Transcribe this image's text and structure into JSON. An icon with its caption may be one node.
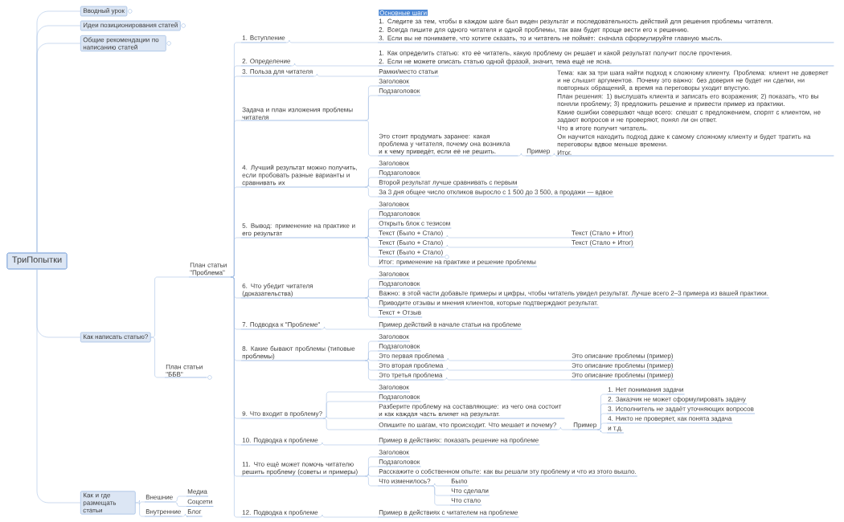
{
  "diagram": {
    "nodes": [
      {
        "text": [
          "ТриПопытки"
        ]
      },
      {
        "text": [
          "Вводный урок"
        ]
      },
      {
        "text": [
          "Идеи позиционирования статей"
        ]
      },
      {
        "text": [
          "Общие рекомендации по написанию статей"
        ]
      },
      {
        "text": [
          "Как написать статью?"
        ]
      },
      {
        "text": [
          "План статьи \"Проблема\""
        ]
      },
      {
        "text": [
          "1. Вступление"
        ]
      },
      {
        "text": [
          "Основные шаги",
          "1. Следите за тем, чтобы в каждом шаге был виден результат и последовательность действий для решения проблемы читателя.",
          "2. Всегда пишите для одного читателя и одной проблемы, так вам будет проще вести его к решению.",
          "3. Если вы не понимаете, что хотите сказать, то и читатель не поймёт: сначала сформулируйте главную мысль."
        ]
      },
      {
        "text": [
          "2. Определение"
        ]
      },
      {
        "text": [
          "1. Как определить статью: кто её читатель, какую проблему он решает и какой результат получит после прочтения.",
          "2. Если не можете описать статью одной фразой, значит, тема ещё не ясна."
        ]
      },
      {
        "text": [
          "3. Польза для читателя"
        ]
      },
      {
        "text": [
          "Рамки/место статьи"
        ]
      },
      {
        "text": [
          "Задача и план изложения проблемы читателя"
        ]
      },
      {
        "text": [
          "Заголовок"
        ]
      },
      {
        "text": [
          "Подзаголовок"
        ]
      },
      {
        "text": [
          "Это стоит продумать заранее: какая проблема у читателя, почему она возникла и к чему приведёт, если её не решить."
        ]
      },
      {
        "text": [
          "Пример"
        ]
      },
      {
        "text": [
          "Тема: как за три шага найти подход к сложному клиенту. Проблема: клиент не доверяет и не слышит аргументов. Почему это важно: без доверия не будет ни сделки, ни повторных обращений, а время на переговоры уходит впустую.",
          "План решения: 1) выслушать клиента и записать его возражения; 2) показать, что вы поняли проблему; 3) предложить решение и привести пример из практики.",
          "Какие ошибки совершают чаще всего: спешат с предложением, спорят с клиентом, не задают вопросов и не проверяют, понял ли он ответ.",
          "Что в итоге получит читатель.",
          "Он научится находить подход даже к самому сложному клиенту и будет тратить на переговоры вдвое меньше времени.",
          "Итог."
        ]
      },
      {
        "text": [
          "4. Лучший результат можно получить, если пробовать разные варианты и сравнивать их"
        ]
      },
      {
        "text": [
          "Заголовок"
        ]
      },
      {
        "text": [
          "Подзаголовок"
        ]
      },
      {
        "text": [
          "Второй результат лучше сравнивать с первым"
        ]
      },
      {
        "text": [
          "За 3 дня общее число откликов выросло с 1 500 до 3 500, а продажи — вдвое"
        ]
      },
      {
        "text": [
          "5. Вывод: применение на практике и его результат"
        ]
      },
      {
        "text": [
          "Заголовок"
        ]
      },
      {
        "text": [
          "Подзаголовок"
        ]
      },
      {
        "text": [
          "Открыть блок с тезисом"
        ]
      },
      {
        "text": [
          "Текст (Было + Стало)"
        ]
      },
      {
        "text": [
          "Текст (Стало + Итог)"
        ]
      },
      {
        "text": [
          "Текст (Было + Стало)"
        ]
      },
      {
        "text": [
          "Текст (Стало + Итог)"
        ]
      },
      {
        "text": [
          "Текст (Было + Стало)"
        ]
      },
      {
        "text": [
          "Итог: применение на практике и решение проблемы"
        ]
      },
      {
        "text": [
          "6. Что убедит читателя (доказательства)"
        ]
      },
      {
        "text": [
          "Заголовок"
        ]
      },
      {
        "text": [
          "Подзаголовок"
        ]
      },
      {
        "text": [
          "Важно: в этой части добавьте примеры и цифры, чтобы читатель увидел результат. Лучше всего 2–3 примера из вашей практики."
        ]
      },
      {
        "text": [
          "Приводите отзывы и мнения клиентов, которые подтверждают результат."
        ]
      },
      {
        "text": [
          "Текст + Отзыв"
        ]
      },
      {
        "text": [
          "7. Подводка к \"Проблеме\""
        ]
      },
      {
        "text": [
          "Пример действий в начале статьи на проблеме"
        ]
      },
      {
        "text": [
          "8. Какие бывают проблемы (типовые проблемы)"
        ]
      },
      {
        "text": [
          "Заголовок"
        ]
      },
      {
        "text": [
          "Подзаголовок"
        ]
      },
      {
        "text": [
          "Это первая проблема"
        ]
      },
      {
        "text": [
          "Это описание проблемы (пример)"
        ]
      },
      {
        "text": [
          "Это вторая проблема"
        ]
      },
      {
        "text": [
          "Это описание проблемы (пример)"
        ]
      },
      {
        "text": [
          "Это третья проблема"
        ]
      },
      {
        "text": [
          "Это описание проблемы (пример)"
        ]
      },
      {
        "text": [
          "9. Что входит в проблему?"
        ]
      },
      {
        "text": [
          "Заголовок"
        ]
      },
      {
        "text": [
          "Подзаголовок"
        ]
      },
      {
        "text": [
          "Разберите проблему на составляющие: из чего она состоит и как каждая часть влияет на результат."
        ]
      },
      {
        "text": [
          "Опишите по шагам, что происходит. Что мешает и почему?"
        ]
      },
      {
        "text": [
          "Пример"
        ]
      },
      {
        "text": [
          "1. Нет понимания задачи"
        ]
      },
      {
        "text": [
          "2. Заказчик не может сформулировать задачу"
        ]
      },
      {
        "text": [
          "3. Исполнитель не задаёт уточняющих вопросов"
        ]
      },
      {
        "text": [
          "4. Никто не проверяет, как понята задача"
        ]
      },
      {
        "text": [
          "и т.д."
        ]
      },
      {
        "text": [
          "10. Подводка к проблеме"
        ]
      },
      {
        "text": [
          "Пример в действиях: показать решение на проблеме"
        ]
      },
      {
        "text": [
          "11. Что ещё может помочь читателю решить проблему (советы и примеры)"
        ]
      },
      {
        "text": [
          "Заголовок"
        ]
      },
      {
        "text": [
          "Подзаголовок"
        ]
      },
      {
        "text": [
          "Расскажите о собственном опыте: как вы решали эту проблему и что из этого вышло."
        ]
      },
      {
        "text": [
          "Что изменилось?"
        ]
      },
      {
        "text": [
          "Было"
        ]
      },
      {
        "text": [
          "Что сделали"
        ]
      },
      {
        "text": [
          "Что стало"
        ]
      },
      {
        "text": [
          "12. Подводка к проблеме"
        ]
      },
      {
        "text": [
          "Пример в действиях с читателем на проблеме"
        ]
      },
      {
        "text": [
          "План статьи \"ББВ\""
        ]
      },
      {
        "text": [
          "Как и где размещать статьи"
        ]
      },
      {
        "text": [
          "Внешние"
        ]
      },
      {
        "text": [
          "Медиа"
        ]
      },
      {
        "text": [
          "Соцсети"
        ]
      },
      {
        "text": [
          "Внутренние"
        ]
      },
      {
        "text": [
          "Блог"
        ]
      }
    ],
    "edges": [
      {
        "from": 0,
        "to": 1,
        "arrow": "none"
      },
      {
        "from": 0,
        "to": 2,
        "arrow": "none"
      },
      {
        "from": 0,
        "to": 3,
        "arrow": "none"
      },
      {
        "from": 0,
        "to": 4,
        "arrow": "none"
      },
      {
        "from": 4,
        "to": 5,
        "arrow": "none"
      },
      {
        "from": 5,
        "to": 6,
        "arrow": "none"
      },
      {
        "from": 6,
        "to": 7,
        "arrow": "none"
      },
      {
        "from": 5,
        "to": 8,
        "arrow": "none"
      },
      {
        "from": 8,
        "to": 9,
        "arrow": "none"
      },
      {
        "from": 5,
        "to": 10,
        "arrow": "none"
      },
      {
        "from": 10,
        "to": 11,
        "arrow": "none"
      },
      {
        "from": 5,
        "to": 12,
        "arrow": "none"
      },
      {
        "from": 12,
        "to": 13,
        "arrow": "none"
      },
      {
        "from": 12,
        "to": 14,
        "arrow": "none"
      },
      {
        "from": 12,
        "to": 15,
        "arrow": "none"
      },
      {
        "from": 15,
        "to": 16,
        "arrow": "none"
      },
      {
        "from": 16,
        "to": 17,
        "arrow": "none"
      },
      {
        "from": 5,
        "to": 18,
        "arrow": "none"
      },
      {
        "from": 18,
        "to": 19,
        "arrow": "none"
      },
      {
        "from": 18,
        "to": 20,
        "arrow": "none"
      },
      {
        "from": 18,
        "to": 21,
        "arrow": "none"
      },
      {
        "from": 18,
        "to": 22,
        "arrow": "none"
      },
      {
        "from": 5,
        "to": 23,
        "arrow": "none"
      },
      {
        "from": 23,
        "to": 24,
        "arrow": "none"
      },
      {
        "from": 23,
        "to": 25,
        "arrow": "none"
      },
      {
        "from": 23,
        "to": 26,
        "arrow": "none"
      },
      {
        "from": 23,
        "to": 27,
        "arrow": "none"
      },
      {
        "from": 27,
        "to": 28,
        "arrow": "none"
      },
      {
        "from": 23,
        "to": 29,
        "arrow": "none"
      },
      {
        "from": 29,
        "to": 30,
        "arrow": "none"
      },
      {
        "from": 23,
        "to": 31,
        "arrow": "none"
      },
      {
        "from": 23,
        "to": 32,
        "arrow": "none"
      },
      {
        "from": 5,
        "to": 33,
        "arrow": "none"
      },
      {
        "from": 33,
        "to": 34,
        "arrow": "none"
      },
      {
        "from": 33,
        "to": 35,
        "arrow": "none"
      },
      {
        "from": 33,
        "to": 36,
        "arrow": "none"
      },
      {
        "from": 33,
        "to": 37,
        "arrow": "none"
      },
      {
        "from": 33,
        "to": 38,
        "arrow": "none"
      },
      {
        "from": 5,
        "to": 39,
        "arrow": "none"
      },
      {
        "from": 39,
        "to": 40,
        "arrow": "none"
      },
      {
        "from": 5,
        "to": 41,
        "arrow": "none"
      },
      {
        "from": 41,
        "to": 42,
        "arrow": "none"
      },
      {
        "from": 41,
        "to": 43,
        "arrow": "none"
      },
      {
        "from": 41,
        "to": 44,
        "arrow": "none"
      },
      {
        "from": 44,
        "to": 45,
        "arrow": "none"
      },
      {
        "from": 41,
        "to": 46,
        "arrow": "none"
      },
      {
        "from": 46,
        "to": 47,
        "arrow": "none"
      },
      {
        "from": 41,
        "to": 48,
        "arrow": "none"
      },
      {
        "from": 48,
        "to": 49,
        "arrow": "none"
      },
      {
        "from": 5,
        "to": 50,
        "arrow": "none"
      },
      {
        "from": 50,
        "to": 51,
        "arrow": "none"
      },
      {
        "from": 50,
        "to": 52,
        "arrow": "none"
      },
      {
        "from": 50,
        "to": 53,
        "arrow": "none"
      },
      {
        "from": 50,
        "to": 54,
        "arrow": "none"
      },
      {
        "from": 54,
        "to": 55,
        "arrow": "none"
      },
      {
        "from": 55,
        "to": 56,
        "arrow": "none"
      },
      {
        "from": 55,
        "to": 57,
        "arrow": "none"
      },
      {
        "from": 55,
        "to": 58,
        "arrow": "none"
      },
      {
        "from": 55,
        "to": 59,
        "arrow": "none"
      },
      {
        "from": 55,
        "to": 60,
        "arrow": "none"
      },
      {
        "from": 5,
        "to": 61,
        "arrow": "none"
      },
      {
        "from": 61,
        "to": 62,
        "arrow": "none"
      },
      {
        "from": 5,
        "to": 63,
        "arrow": "none"
      },
      {
        "from": 63,
        "to": 64,
        "arrow": "none"
      },
      {
        "from": 63,
        "to": 65,
        "arrow": "none"
      },
      {
        "from": 63,
        "to": 66,
        "arrow": "none"
      },
      {
        "from": 63,
        "to": 67,
        "arrow": "none"
      },
      {
        "from": 67,
        "to": 68,
        "arrow": "none"
      },
      {
        "from": 67,
        "to": 69,
        "arrow": "none"
      },
      {
        "from": 67,
        "to": 70,
        "arrow": "none"
      },
      {
        "from": 5,
        "to": 71,
        "arrow": "none"
      },
      {
        "from": 71,
        "to": 72,
        "arrow": "none"
      },
      {
        "from": 4,
        "to": 73,
        "arrow": "none"
      },
      {
        "from": 0,
        "to": 74,
        "arrow": "none"
      },
      {
        "from": 74,
        "to": 75,
        "arrow": "none"
      },
      {
        "from": 75,
        "to": 76,
        "arrow": "none"
      },
      {
        "from": 75,
        "to": 77,
        "arrow": "none"
      },
      {
        "from": 74,
        "to": 78,
        "arrow": "none"
      },
      {
        "from": 78,
        "to": 79,
        "arrow": "none"
      }
    ]
  }
}
